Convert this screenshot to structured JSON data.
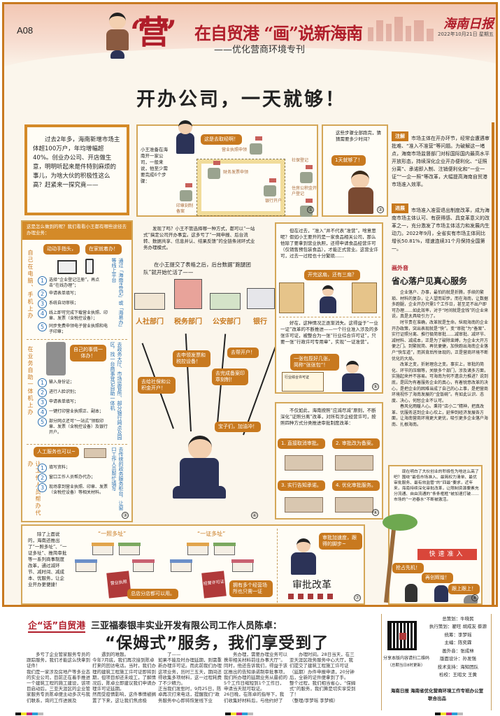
{
  "header": {
    "page": "A08",
    "big_char": "“营”",
    "title": "在自贸港 “画”说新海南",
    "subtitle": "——优化营商环境专刊",
    "paper": "海南日报",
    "date": "2022年10月21日 星期五"
  },
  "main_title": "开办公司，一天就够！",
  "intro": "过去2年多，海南新增市场主体超100万户，年均增幅超40%。创业办公司、开店做生意，明明听起来是件特别麻烦的事儿，为啥大伙的积极性这么高？赶紧来一探究竟——",
  "panel1": {
    "narration": "小王准备在海南开一家公司，一般来说，他至少需要完成6个步骤：",
    "bubble": "这是去取经啊！",
    "steps": [
      "营业执照申领",
      "社保登记",
      "财务发票申领",
      "银行开户",
      "住房公积金开户登记",
      "印章刻制备案"
    ],
    "num": "①"
  },
  "panel2": {
    "narration": "这些步骤全部跑完，猜猜需要多少时间？",
    "bubble": "1天就够了！",
    "num": "②"
  },
  "panel3": {
    "title": "这是怎么做到的呢？我们看看小王都有哪些途径去办理业务：",
    "online": {
      "label": "自己在电脑、手机上办",
      "bubbles": [
        "动动手指头，",
        "在家就着办！"
      ],
      "side": "通过「海南e登记」或「海易办」等线上平台",
      "steps": [
        "选择“企业登记注册”，再点击“在线办理”；",
        "申请表单填写；",
        "系统自动审核；",
        "线上即可完成下载营业执照、印章、发票（含税控设备）；",
        "同步免费申领电子营业执照和电子印章；"
      ]
    },
    "kiosk": {
      "label": "在业务自助一体机上办",
      "bubble": "自己的事情一体办！",
      "side": "去政务大厅、市场监管所、部分银行网点及园区，找一台商事登记自助一体机",
      "steps": [
        "输入身份证；",
        "进行人脸识别；",
        "申请表单填写；",
        "一键打印营业执照正、副本；",
        "部分网点还可“一站式”领取印章、发票（含税控设备）及银行开户。"
      ]
    },
    "manual": {
      "label": "让工作人员帮办代办",
      "bubble": "人工服务也可以~",
      "side": "去传统的政务服务柜台，让窗口工作人员帮忙填写",
      "steps": [
        "填写资料；",
        "窗口工作人员帮办代办；",
        "现场拿到营业执照、印章、发票（含税控设备）等相关材料。"
      ]
    },
    "num": "③"
  },
  "panel4": {
    "text1": "发现了吗？小王不管选择哪一种方式，都可以“一站式”搞定公司开办事宜。这多亏了“一网申报、后台流转、数据共享、信息并认、结果反馈”的全链条闭环式业务办理模式。",
    "text2": "在小王提交了表格之后，后台数据“跑腿团队”就开始忙活了——",
    "depts": [
      "人社部门",
      "税务部门",
      "公安部门",
      "银行"
    ],
    "bubbles": [
      "去给社保和公积金开户！",
      "去申领发票和税控设备！",
      "去完成备案印章刻制！",
      "去帮开户！"
    ],
    "shout": "宝子们，加油冲！",
    "num": "④"
  },
  "panel5": {
    "text1": "但在过去，“准入”并不代表“准营”。啥意思呢？假如小王要开的是一家食品相关公司，那么他除了要拿到营业执照，还得申请食品经营许可（仅销售预包装食品），才能正式营业。这营业许可，过去一过程也十分繁琐……",
    "bubble1": "开完这扇，还有三扇？",
    "text2": "好在，这种情况正逐渐消失。这得益于“一业一证”改革的不断推进——一个行业准入涉及的多张许可证，被整合为一张“行业综合许可证”，只要一张“行政许可专用章”，实现“一证准营”。",
    "bubble2": "一张包揽好几张，简称“张张包”！",
    "cert": "行业综合许可证",
    "num": "⑤"
  },
  "panel6": {
    "text": "不仅如此，海南按照“应减尽减”原则，不断深化“证照分离”改革，对所有涉企经营许可，按照四种方式分类推进审批制度改革：",
    "items": [
      "1. 直接取消审批。",
      "2. 审批改为备案。",
      "3. 实行告知承诺。",
      "4. 优化审批服务。"
    ],
    "num": "⑥"
  },
  "panel7": {
    "text": "除了上面说的，海南还推出了“一照多址”、“一证多址”、推简审批等一系列商事制度改革，通过减环节、减时间、减成本、优服务，让企业开办更便捷！",
    "group1": "“一照多址”",
    "license1": "营业执照",
    "bubble1": "总店分店都可以用。",
    "group2": "“一证多址”",
    "license2": "经营许可证",
    "bubble2": "拥有多个经营场所也只需一证",
    "bubble3": "审批加速度，跟得的脚步~",
    "reform": "审批改革",
    "num": "⑦"
  },
  "panel8": {
    "text": "现在明白了大伙创业的积极性为啥这么高了吧？围绕“最低市场准入、最简权力清单、最优审批服务、最有效监管”的“四最”要求，近年来，海南持续深化审批改革，让限制资源要素充分流通、自由流通的“条条框框”被加速打破……市场的“一池春水”不断被激活。",
    "banner": "快速准入",
    "bubbles": [
      "抢占先机！",
      "再创辉煌！",
      "跟上跟上！"
    ],
    "num": "⑧"
  },
  "notes": {
    "tag1": "注解",
    "text1": "市场主体在开办环节，经常会遭遇审批难、“准入不准营”等问题。为破解这一堵点，海南市场监督部门对标国际国内最高水平开放形态，持续深化企业开办便利化、“证照分离”、承诺即入制、注销便利化和“一业一证”“一企一照”等改革，大幅提高海南自贸港市场准入效率。",
    "tag2": "进展",
    "text2": "市场准入准营退出制度改革，成为海南市场主体认可、有获得感、具变革意义的改革之一，充分激发了市场主体活力和发展内生动力。2022年9月，全省实有市场主体同比增长50.81%，增速连续31个月保持全国第一。"
  },
  "voice": {
    "tag": "画外音",
    "title": "省心落户见真心服务",
    "paras": [
      "企业落户、办事，最怕的就是折腾，手续的繁琐、材料的复杂，让人望而却步。而在海南，让数据多跑腿，企业开办只需1个工作日，甚至足不出户即可办理……如此效率，对于“时间就是金钱”的企业来说，真是太具吸引力了。",
      "时节贵在准确，改革就是生命。纵观海南的企业开办政策，突出表现就是“快”。变“审批”为“备案”、实行证照分离、推行极简审批……减审批、减环节、减材料、减成本，正是为了破除束缚，为企业大开方便之门。到繁就简、再优便捷，加快跑出海南企业落户“快车道”，而其背后所体现的，正是营商环境不断优化的大局。",
      "改革之变，折射理念之变。事实上，审批的简化、环节的压缩等，关联多个部门，涉及诸多方面，实施起来并不容易。可海南为何不遗余力推进？说到底，是因为有着服务企业的真心，有着锐意改革的决心，是把企业的困难当成了自己的心上事，是把营商环境视作了海南发展的“金饭碗”。有如此认识、态度、决心，何愁企业不认可。",
      "春风化雨暖人心。秉持“店小二”精神，把真改革、优服务送到企业心坎上，延伸到经济发展各方面，让海南营商环境更大更优，吸引更多企业落户海南、扎根海南。"
    ]
  },
  "article": {
    "section": "企“话”自贸港",
    "kicker": "三亚福泰银丰实业开发有限公司工作人员陈卓：",
    "headline": "“保姆式”服务，我们享受到了",
    "columns": [
      "多亏了企业管家服务专员的跟踪服务，我们才能这么快拿到证件！\n我们是一家涉及房地产等多业态的实业公司，目前正在着手推进一个建筑工程的施工建设，该项目启动后，三亚天涯区的企业管家服务专员陈卓便主动多次与我们联系，询问工作进展及",
      "遇到的难题。\n今年7月底，我们再次接到陈卓打来的回访电话。当时，我们办理的建筑工程施工许可证即将到期，但项目却还未竣工，了解情况后，陈卓立即建议我们申请办理许可证延期。\n然而受疫情影响，这件事情被搁置了下来，这让我们焦虑极",
      "了——\n如果不能及时办理延期，则需重新办理许可证。而此前我们办理这项业务，历时三五天，期间还得收集多项材料，这一过程耗费了不少精力。\n正当我们发愁时，9月25日，陈卓再次打来电话，提醒我们“政务服务中心即将恢复线下业",
      "务办理，需要办理业务可以携带相关材料前往办事大厅”。同时，他还告诉我们，得益于该区推出的告知承诺制审批事项，我们所办理的延期业务从最初的5个工作日缩短到1个工作日，申请当天就可取证。\n26日晚，在陈卓的指导下，我们收集好材料后，与他约好了",
      "办理时间。28日当天，在三亚天涯区政务服务中心大厅，我们提交了建筑工程施工许可证（延期）办件申报申请，20分钟后，全新的证件便拿到了手。\n整个过程，我们相当省心，“保姆式”的服务，我们算是切实享受到了！\n（整理/李梦瑶 李梦楠）"
    ]
  },
  "credits": {
    "lines": [
      "总策划：牛晓民",
      "执行策划：翟旺 胡成友 蔡源",
      "统筹：李梦瑶",
      "主编：陈奕霖",
      "画外音：张成林",
      "版面设计：孙发强",
      "技术支持：海知团队",
      "检校：王昭文 王黄"
    ],
    "qr_caption": "分享本版内容请扫二维码",
    "qr_note": "（总期当日8时更新）",
    "producer": "海南日报 海南省优化营商环境工作专班办公室",
    "producer2": "联合出品"
  },
  "colors": {
    "accent": "#c8791f",
    "brand_red": "#b01d2a",
    "frame": "#c8791f",
    "panel_border": "#d4a758"
  }
}
